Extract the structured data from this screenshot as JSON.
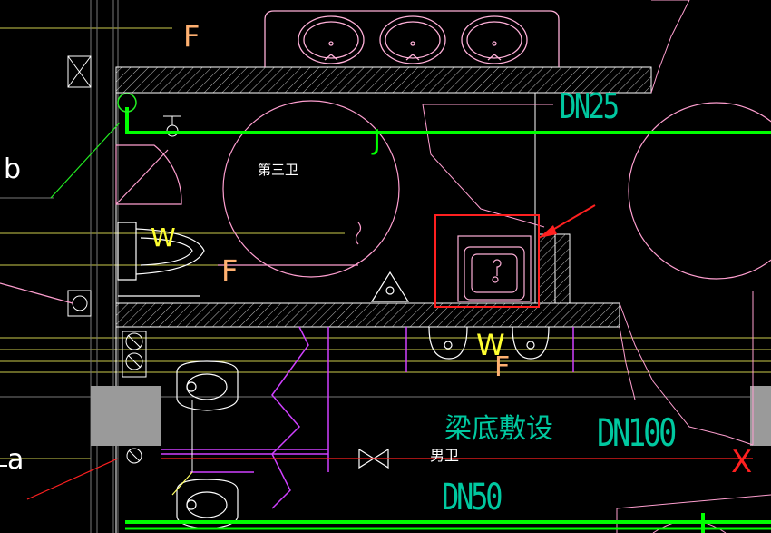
{
  "drawing": {
    "labels": {
      "f_top": "F",
      "f_mid": "F",
      "f_low": "F",
      "w_left": "W",
      "w_right": "W",
      "j_pipe": "J",
      "x_pipe": "X",
      "dn25": "DN25",
      "dn100": "DN100",
      "dn50": "DN50",
      "room_third": "第三卫",
      "room_male": "男卫",
      "beam_note": "梁底敷设",
      "axis_b": "b",
      "axis_a": "a"
    },
    "colors": {
      "background": "#000000",
      "water_pipe": "#00ff00",
      "wall": "#ffffff",
      "fixture": "#ff9fd0",
      "highlight": "#ff2020",
      "dn_text": "#00c8a0",
      "label_f": "#ffb070",
      "label_w": "#ffff30",
      "label_x": "#ff2020",
      "partition": "#d040ff",
      "axis_line": "#ffff60"
    }
  }
}
